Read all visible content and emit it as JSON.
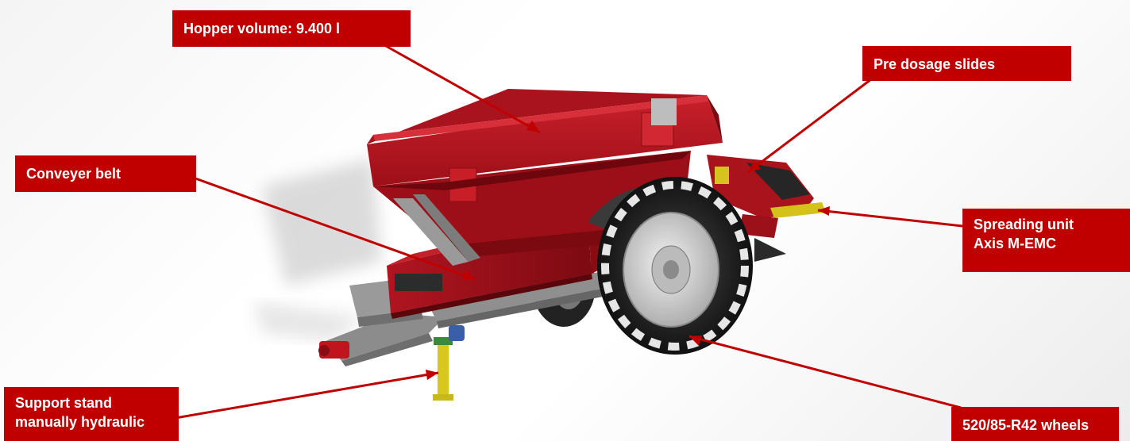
{
  "callouts": {
    "hopper": "Hopper volume: 9.400 l",
    "pre_dosage": "Pre dosage slides",
    "conveyer": "Conveyer belt",
    "spreading_line1": "Spreading unit",
    "spreading_line2": "Axis M-EMC",
    "support_line1": "Support stand",
    "support_line2": "manually hydraulic",
    "wheels": "520/85-R42 wheels"
  },
  "colors": {
    "callout_background": "#c00000",
    "callout_text": "#ffffff",
    "leader_line": "#c00000",
    "machine_body": "#b3121c"
  }
}
